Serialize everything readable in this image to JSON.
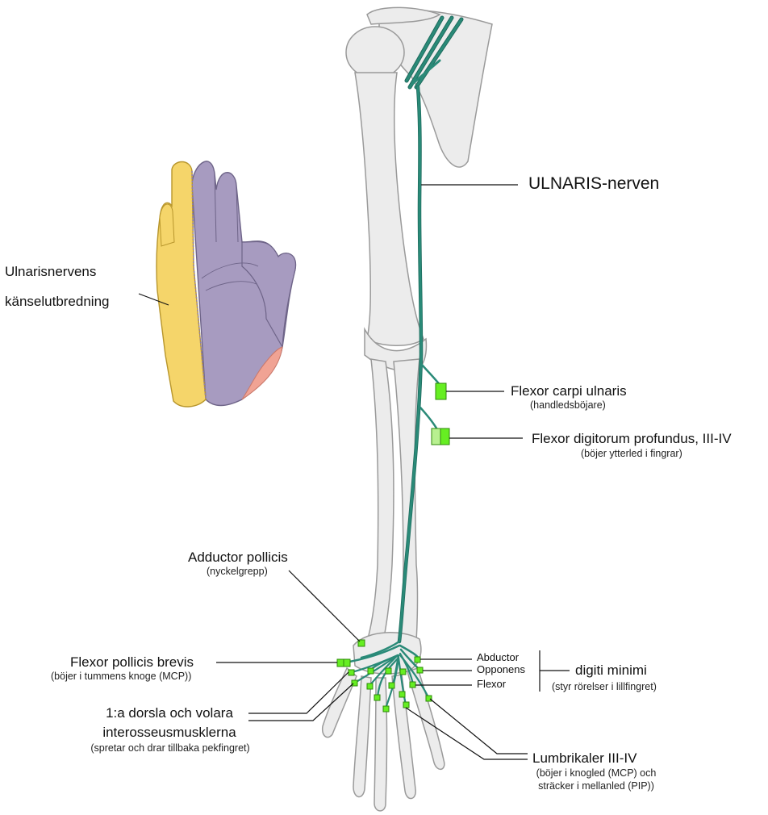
{
  "labels": {
    "sensory_line1": "Ulnarisnervens",
    "sensory_line2": "känselutbredning",
    "nerve": "ULNARIS-nerven",
    "fcu": "Flexor carpi ulnaris",
    "fcu_sub": "(handledsböjare)",
    "fdp": "Flexor digitorum profundus, III-IV",
    "fdp_sub": "(böjer ytterled i fingrar)",
    "add_pollicis": "Adductor pollicis",
    "add_pollicis_sub": "(nyckelgrepp)",
    "fpb": "Flexor pollicis brevis",
    "fpb_sub": "(böjer i tummens knoge (MCP))",
    "interossei_line1": "1:a dorsla och volara",
    "interossei_line2": "interosseusmusklerna",
    "interossei_sub": "(spretar och drar tillbaka pekfingret)",
    "abductor": "Abductor",
    "opponens": "Opponens",
    "flexor": "Flexor",
    "digiti_minimi": "digiti minimi",
    "digiti_minimi_sub": "(styr rörelser i lillfingret)",
    "lumbricals": "Lumbrikaler III-IV",
    "lumbricals_sub1": "(böjer i knogled (MCP) och",
    "lumbricals_sub2": "sträcker i mellanled (PIP))"
  },
  "colors": {
    "nerve": "#2a8a78",
    "nerve_dark": "#1d6b5d",
    "muscle_marker": "#66ee22",
    "muscle_marker_light": "#b8f090",
    "bone_fill": "#ececec",
    "bone_stroke": "#9a9a9a",
    "sensory_yellow": "#f5d56a",
    "sensory_purple": "#a79bc0",
    "sensory_pink": "#f0a394"
  }
}
